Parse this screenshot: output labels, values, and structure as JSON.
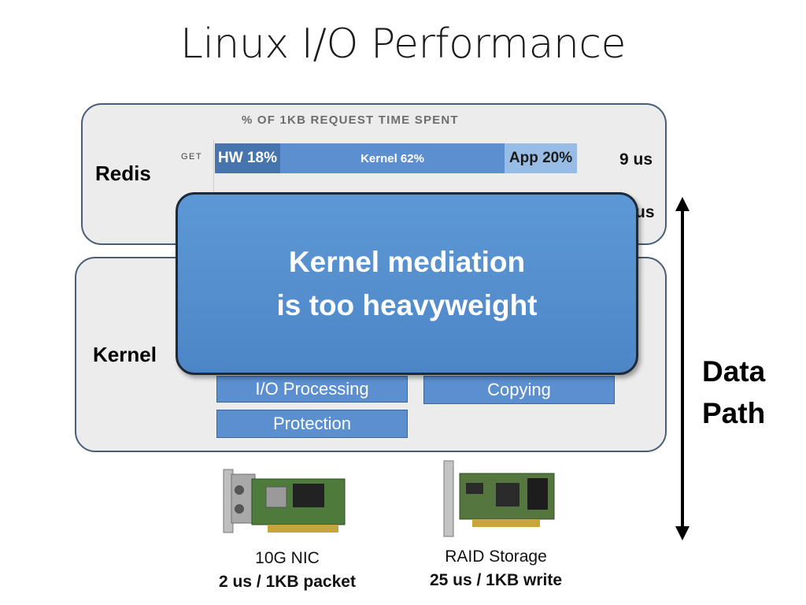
{
  "title": "Linux I/O Performance",
  "redis": {
    "label": "Redis",
    "chart_header": "% OF 1KB REQUEST TIME SPENT",
    "row_label": "GET",
    "segments": [
      {
        "label": "HW 18%",
        "value": 18,
        "color": "#4674ad"
      },
      {
        "label": "Kernel 62%",
        "value": 62,
        "color": "#5b8fd0"
      },
      {
        "label": "App 20%",
        "value": 20,
        "color": "#97bde6"
      }
    ],
    "latency_get": "9 us",
    "latency_second_partial": "us"
  },
  "kernel": {
    "label": "Kernel",
    "box_io": "I/O Processing",
    "box_copy": "Copying",
    "box_protection": "Protection"
  },
  "callout": {
    "line1": "Kernel mediation",
    "line2": "is too heavyweight"
  },
  "data_path": {
    "line1": "Data",
    "line2": "Path"
  },
  "devices": {
    "nic_name": "10G NIC",
    "nic_stat": "2 us / 1KB packet",
    "raid_name": "RAID Storage",
    "raid_stat": "25 us / 1KB write"
  }
}
